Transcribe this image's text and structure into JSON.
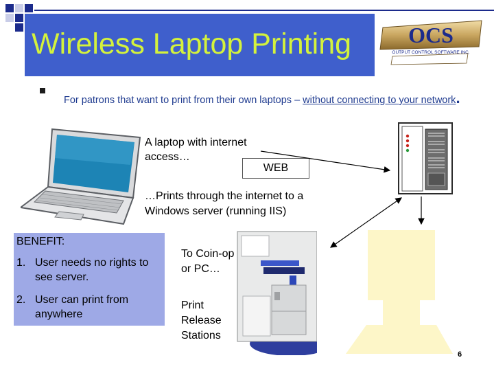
{
  "slide": {
    "title": "Wireless Laptop Printing",
    "bullet": {
      "text_plain": "For patrons that want to print from their own laptops – ",
      "text_link": "without connecting to your network",
      "text_end": "."
    },
    "laptop_caption": "A laptop with internet access…",
    "web_label": "WEB",
    "server_caption": "…Prints through the internet to a Windows server (running IIS)",
    "benefit": {
      "heading": "BENEFIT:",
      "items": [
        {
          "num": "1.",
          "text": "User needs no rights to see server."
        },
        {
          "num": "2.",
          "text": "User can print from anywhere"
        }
      ]
    },
    "coin_label": "To Coin-op or PC…",
    "release_label": "Print Release Stations",
    "page_number": "6"
  },
  "logo": {
    "text": "OCS",
    "subtitle": "OUTPUT CONTROL SOFTWARE INC."
  },
  "colors": {
    "title_bg": "#3f5fcc",
    "title_text": "#d4f23c",
    "accent_dark": "#1c2b8c",
    "benefit_bg": "#9ea9e6",
    "station_fill": "#fdf6c8",
    "body_text_blue": "#1e3a8f"
  },
  "icons": [
    "laptop-image",
    "server-rack-image",
    "copier-image",
    "release-station-image",
    "ocs-logo"
  ]
}
